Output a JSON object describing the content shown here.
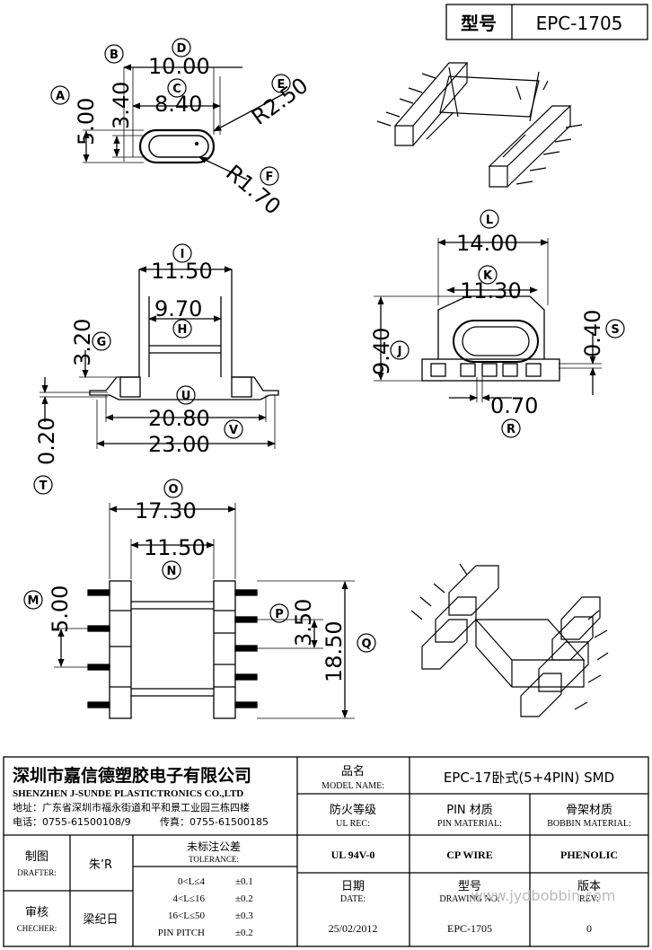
{
  "header": {
    "model_label": "型号",
    "model_value": "EPC-1705"
  },
  "dimensions": {
    "A": "5.00",
    "B": "3.40",
    "C": "8.40",
    "D": "10.00",
    "E": "R2.50",
    "F": "R1.70",
    "I": "11.50",
    "H": "9.70",
    "G": "3.20",
    "T": "0.20",
    "U": "20.80",
    "V": "23.00",
    "L": "14.00",
    "K": "11.30",
    "J": "9.40",
    "S": "0.40",
    "R": "0.70",
    "O": "17.30",
    "N": "11.50",
    "M": "5.00",
    "P": "3.50",
    "Q": "18.50"
  },
  "title_block": {
    "company_cn": "深圳市嘉信德塑胶电子有限公司",
    "company_en": "SHENZHEN J-SUNDE PLASTICTRONICS CO.,LTD",
    "address": "地址：广东省深圳市福永街道和平和景工业园三栋四楼",
    "phone": "电话：0755-61500108/9",
    "fax": "传真：0755-61500185",
    "model_name_cn": "品名",
    "model_name_en": "MODEL NAME:",
    "model_name_value": "EPC-17卧式(5+4PIN) SMD",
    "ul_rec_cn": "防火等级",
    "ul_rec_en": "UL REC:",
    "pin_material_cn": "PIN 材质",
    "pin_material_en": "PIN MATERIAL:",
    "bobbin_material_cn": "骨架材质",
    "bobbin_material_en": "BOBBIN MATERIAL:",
    "ul_value": "UL 94V-0",
    "pin_value": "CP WIRE",
    "bobbin_value": "PHENOLIC",
    "drafter_cn": "制图",
    "drafter_en": "DRAFTER:",
    "drafter_value": "朱’R",
    "checker_cn": "审核",
    "checker_en": "CHECHER:",
    "checker_value": "梁纪日",
    "tolerance_cn": "未标注公差",
    "tolerance_en": "TOLERANCE:",
    "tolerances": [
      {
        "range": "0<L≤4",
        "value": "±0.1"
      },
      {
        "range": "4<L≤16",
        "value": "±0.2"
      },
      {
        "range": "16<L≤50",
        "value": "±0.3"
      },
      {
        "range": "PIN PITCH",
        "value": "±0.2"
      }
    ],
    "date_cn": "日期",
    "date_en": "DATE:",
    "date_value": "25/02/2012",
    "drawing_no_cn": "型号",
    "drawing_no_en": "DRAWING NO:",
    "drawing_no_value": "EPC-1705",
    "rev_cn": "版本",
    "rev_en": "REV:",
    "rev_value": "0"
  },
  "watermark": "www.jydbobbin.com"
}
